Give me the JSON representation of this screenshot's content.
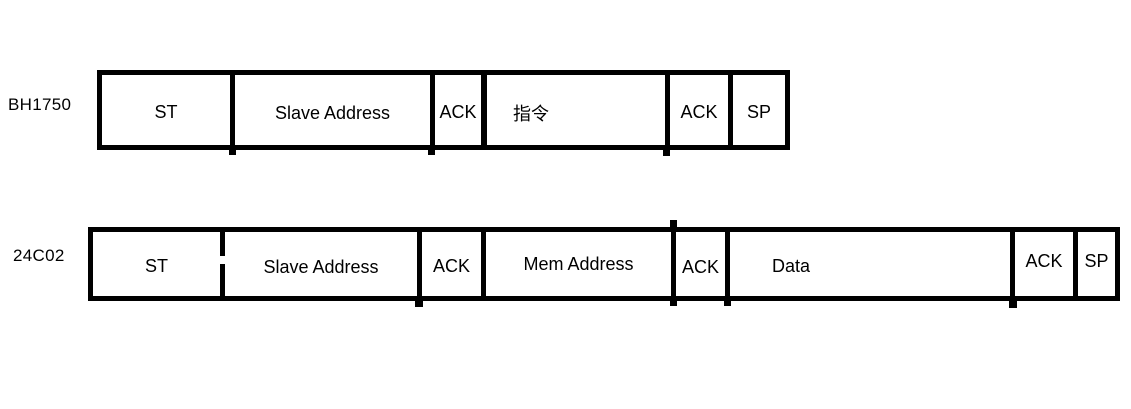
{
  "diagram": {
    "background_color": "#ffffff",
    "line_color": "#000000",
    "rows": [
      {
        "label": "BH1750",
        "cells": [
          {
            "label": "ST"
          },
          {
            "label": "Slave Address"
          },
          {
            "label": "ACK"
          },
          {
            "label": "指令"
          },
          {
            "label": "ACK"
          },
          {
            "label": "SP"
          }
        ]
      },
      {
        "label": "24C02",
        "cells": [
          {
            "label": "ST"
          },
          {
            "label": "Slave Address"
          },
          {
            "label": "ACK"
          },
          {
            "label": "Mem Address"
          },
          {
            "label": "ACK"
          },
          {
            "label": "Data"
          },
          {
            "label": "ACK"
          },
          {
            "label": "SP"
          }
        ]
      }
    ]
  }
}
